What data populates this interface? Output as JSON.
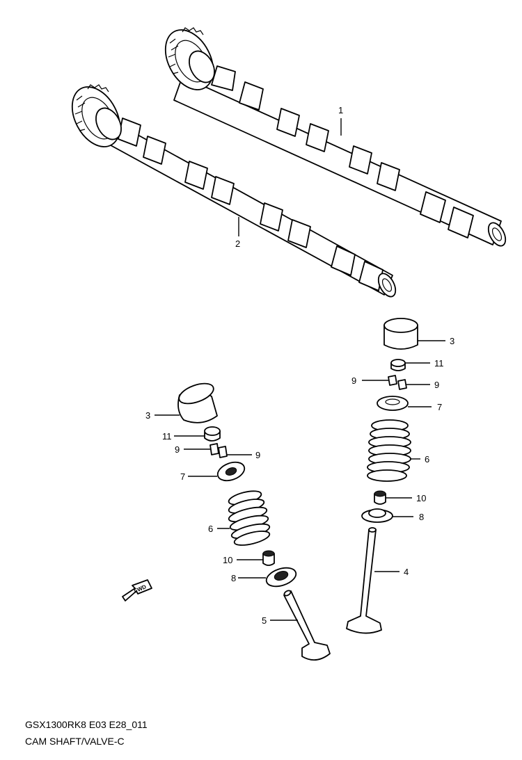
{
  "caption": {
    "model_code": "GSX1300RK8 E03 E28_011",
    "title": "CAM SHAFT/VALVE-C"
  },
  "callouts": {
    "c1": "1",
    "c2": "2",
    "c3a": "3",
    "c3b": "3",
    "c4": "4",
    "c5": "5",
    "c6a": "6",
    "c6b": "6",
    "c7a": "7",
    "c7b": "7",
    "c8a": "8",
    "c8b": "8",
    "c9a": "9",
    "c9b": "9",
    "c9c": "9",
    "c9d": "9",
    "c10a": "10",
    "c10b": "10",
    "c11a": "11",
    "c11b": "11"
  },
  "fwd_arrow": {
    "label": "FWD"
  }
}
